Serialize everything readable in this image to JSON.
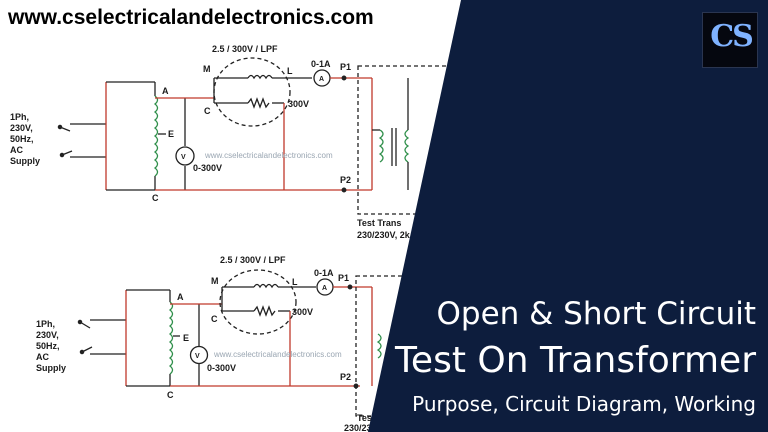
{
  "website": "www.cselectricalandelectronics.com",
  "watermark": "www.cselectricalandelectronics.com",
  "title_line1": "Open & Short Circuit",
  "title_line2": "Test On Transformer",
  "title_line3": "Purpose, Circuit Diagram, Working",
  "logo_text": "CS",
  "diagram1": {
    "supply": [
      "1Ph,",
      "230V,",
      "50Hz,",
      "AC",
      "Supply"
    ],
    "wattmeter_rating": "2.5 / 300V / LPF",
    "ammeter_range": "0-1A",
    "ammeter_symbol": "A",
    "voltmeter_symbol": "V",
    "voltmeter_range": "0-300V",
    "pc_label": "300V",
    "term_M": "M",
    "term_L": "L",
    "term_C": "C",
    "term_V": "V",
    "term_A": "A",
    "term_E": "E",
    "term_Cbot": "C",
    "p1": "P1",
    "p2": "P2",
    "test_label_1": "Test Trans",
    "test_label_2": "230/230V, 2k"
  },
  "diagram2": {
    "supply": [
      "1Ph,",
      "230V,",
      "50Hz,",
      "AC",
      "Supply"
    ],
    "wattmeter_rating": "2.5 / 300V / LPF",
    "ammeter_range": "0-1A",
    "ammeter_symbol": "A",
    "voltmeter_symbol": "V",
    "voltmeter_range": "0-300V",
    "pc_label": "300V",
    "term_M": "M",
    "term_L": "L",
    "term_C": "C",
    "term_A": "A",
    "term_E": "E",
    "term_Cbot": "C",
    "p1": "P1",
    "p2": "P2",
    "test_label_1": "Test",
    "test_label_2": "230/23"
  },
  "colors": {
    "panel": "#0d1d3d",
    "wire": "#222222",
    "wire_red": "#c0392b",
    "ink": "#1a1a1a"
  }
}
